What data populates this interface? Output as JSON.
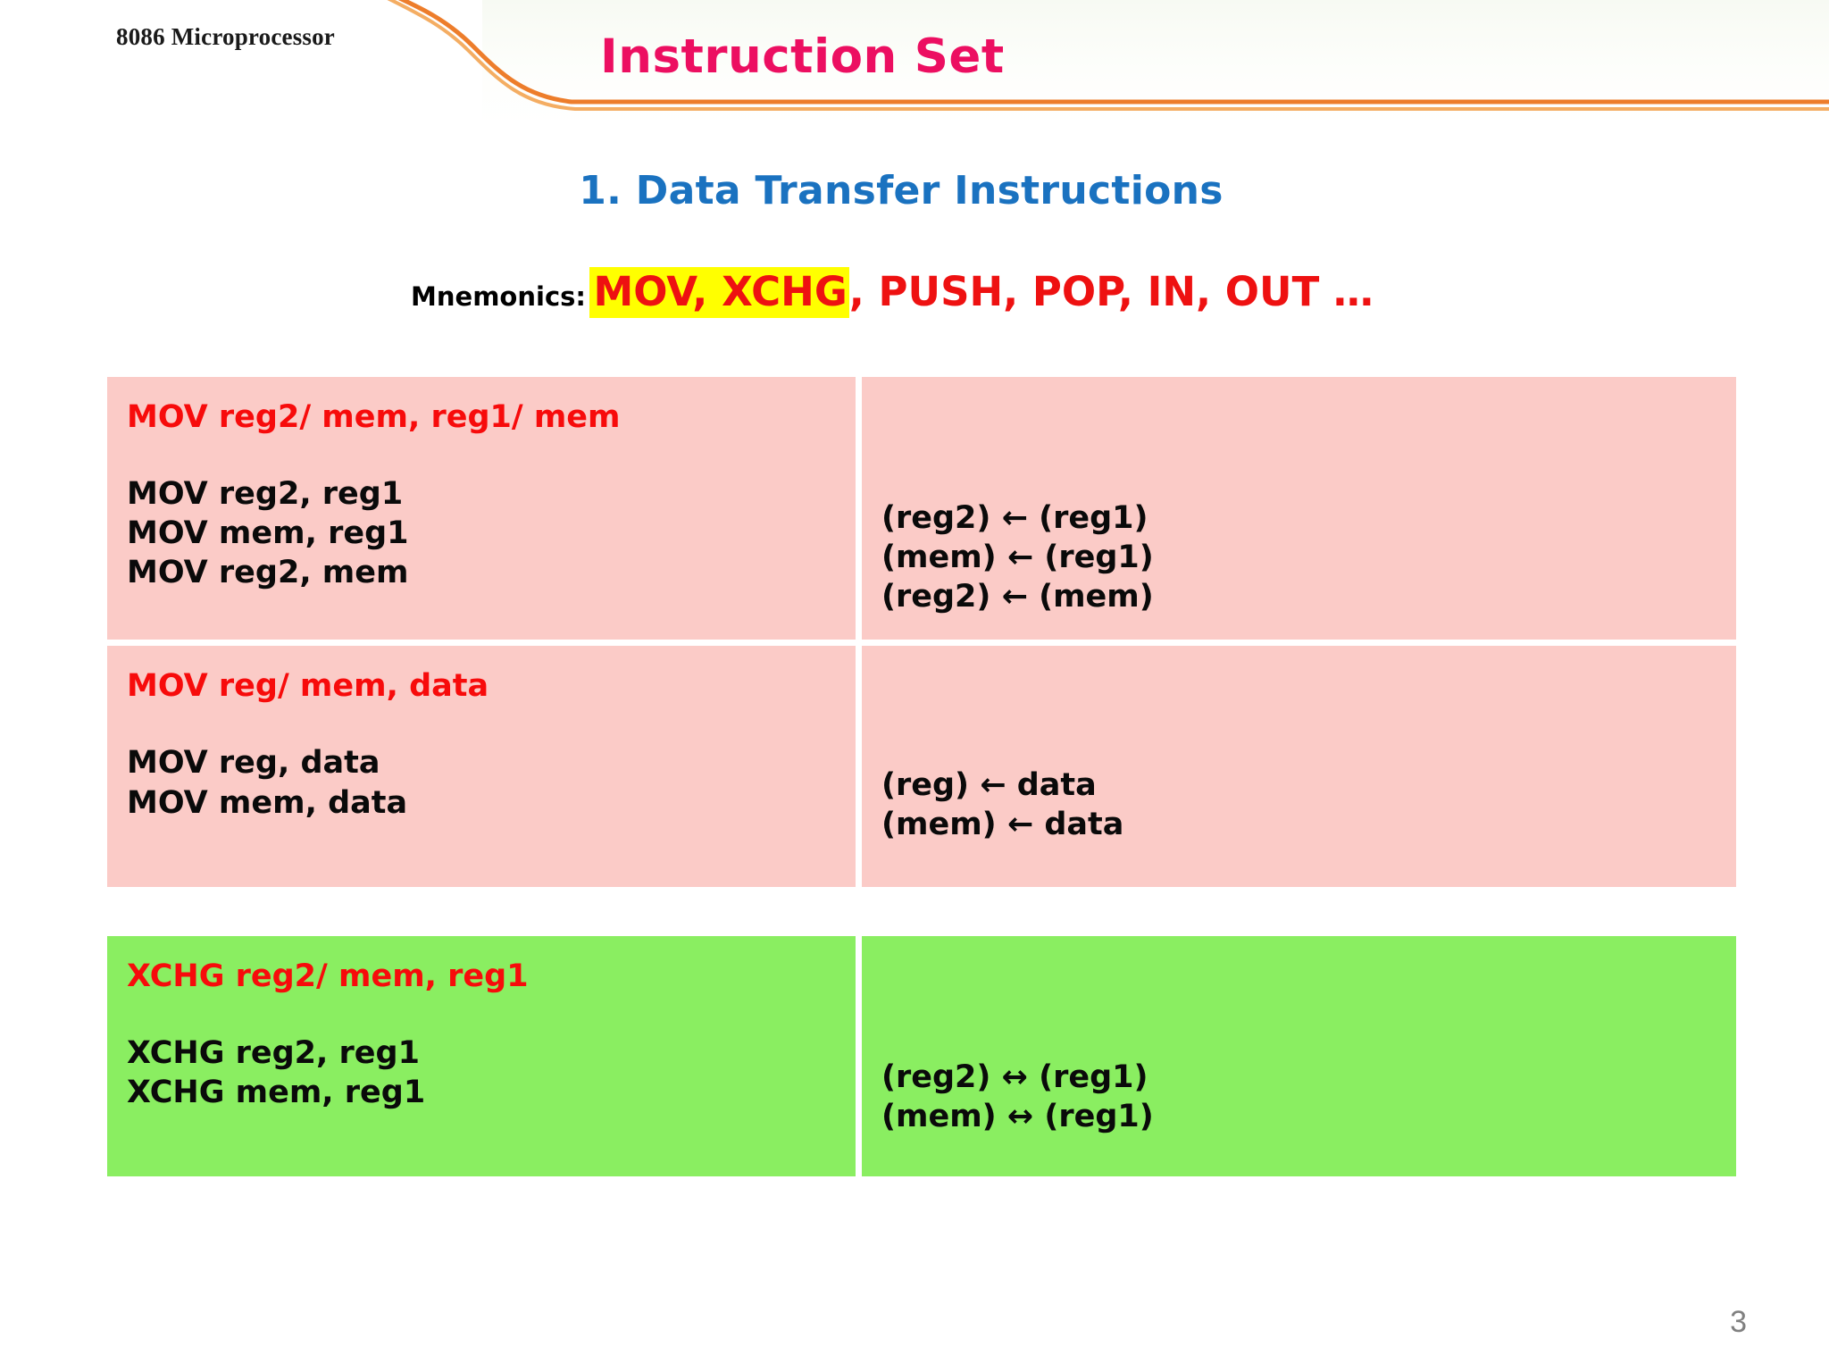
{
  "header": {
    "label": "8086 Microprocessor",
    "title": "Instruction Set",
    "accent_color": "#ED7D2B",
    "title_color": "#EC0F61"
  },
  "section": {
    "heading": "1. Data Transfer Instructions",
    "heading_color": "#1A72C0"
  },
  "mnemonics": {
    "label": "Mnemonics:",
    "highlighted": "MOV, XCHG",
    "rest": ", PUSH, POP, IN, OUT …",
    "highlight_color": "#FFFF00",
    "text_color": "#EE1111"
  },
  "tables": [
    {
      "id": "table-mov",
      "bg_color": "#FBCBC7",
      "rows": [
        {
          "title": "MOV reg2/ mem, reg1/ mem",
          "instructions": [
            "MOV reg2, reg1",
            "MOV mem, reg1",
            "MOV reg2, mem"
          ],
          "operations": [
            "(reg2) ← (reg1)",
            "(mem) ← (reg1)",
            "(reg2) ← (mem)"
          ]
        },
        {
          "title": "MOV reg/ mem, data",
          "instructions": [
            "MOV reg, data",
            "MOV mem, data"
          ],
          "operations": [
            "(reg) ← data",
            "(mem) ← data"
          ]
        }
      ]
    },
    {
      "id": "table-xchg",
      "bg_color": "#8AEE61",
      "rows": [
        {
          "title": "XCHG reg2/ mem, reg1",
          "instructions": [
            "XCHG reg2, reg1",
            "XCHG mem, reg1"
          ],
          "operations": [
            "(reg2) ↔ (reg1)",
            "(mem) ↔ (reg1)"
          ]
        }
      ]
    }
  ],
  "footer": {
    "page_number": "3"
  }
}
